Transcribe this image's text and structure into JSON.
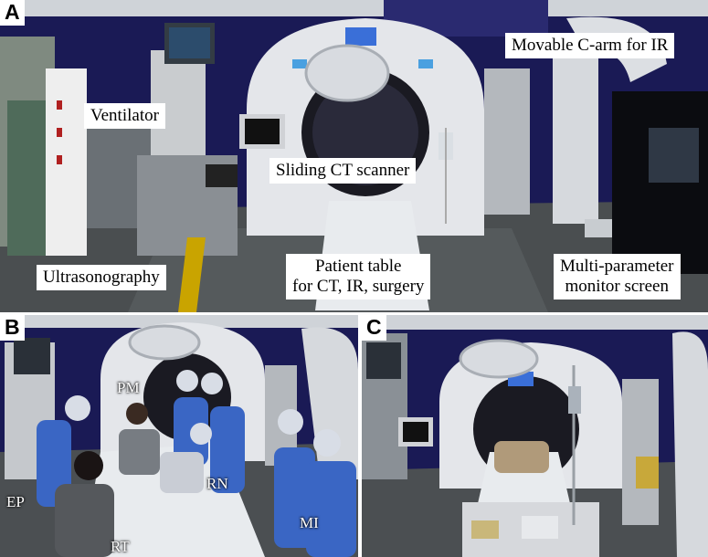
{
  "panels": {
    "a": {
      "letter": "A",
      "labels": {
        "c_arm": "Movable C-arm for IR",
        "ventilator": "Ventilator",
        "ct_scanner": "Sliding CT scanner",
        "ultrasonography": "Ultrasonography",
        "patient_table_line1": "Patient table",
        "patient_table_line2": "for CT, IR, surgery",
        "monitor_line1": "Multi-parameter",
        "monitor_line2": "monitor screen"
      }
    },
    "b": {
      "letter": "B",
      "roles": {
        "pm": "PM",
        "ep": "EP",
        "rn": "RN",
        "mi": "MI",
        "rt": "RT"
      }
    },
    "c": {
      "letter": "C"
    }
  },
  "colors": {
    "wall_blue": "#1a1a55",
    "scanner_white": "#e4e6ea",
    "floor_gray": "#4a4e50",
    "gown_blue": "#3a66c4",
    "cap_white": "#d8dde6",
    "screen_blue": "#3a6fd8"
  }
}
